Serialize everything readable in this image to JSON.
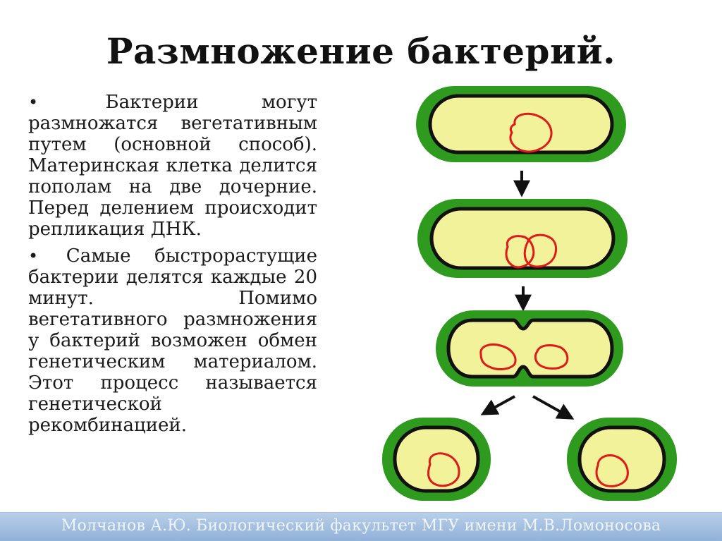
{
  "slide": {
    "title": "Размножение бактерий.",
    "bullets": [
      "Бактерии могут размножатся вегетативным путем (основной способ). Материнская клетка делится пополам на две дочерние. Перед делением происходит репликация ДНК.",
      "Самые быстрорастущие бактерии делятся каждые 20 минут. Помимо вегетативного размножения у бактерий возможен обмен генетическим материалом. Этот процесс называется генетической рекомбинацией."
    ],
    "bullet_marker": "•",
    "footer": "Молчанов А.Ю. Биологический факультет МГУ имени М.В.Ломоносова"
  },
  "colors": {
    "cell_wall": "#2e9b1f",
    "cell_wall_dark": "#1f7a14",
    "membrane": "#111111",
    "cytoplasm": "#f2f29a",
    "dna": "#e01818",
    "arrow": "#111111",
    "footer_bg": "#9db9de",
    "footer_text": "#eef4fb"
  }
}
